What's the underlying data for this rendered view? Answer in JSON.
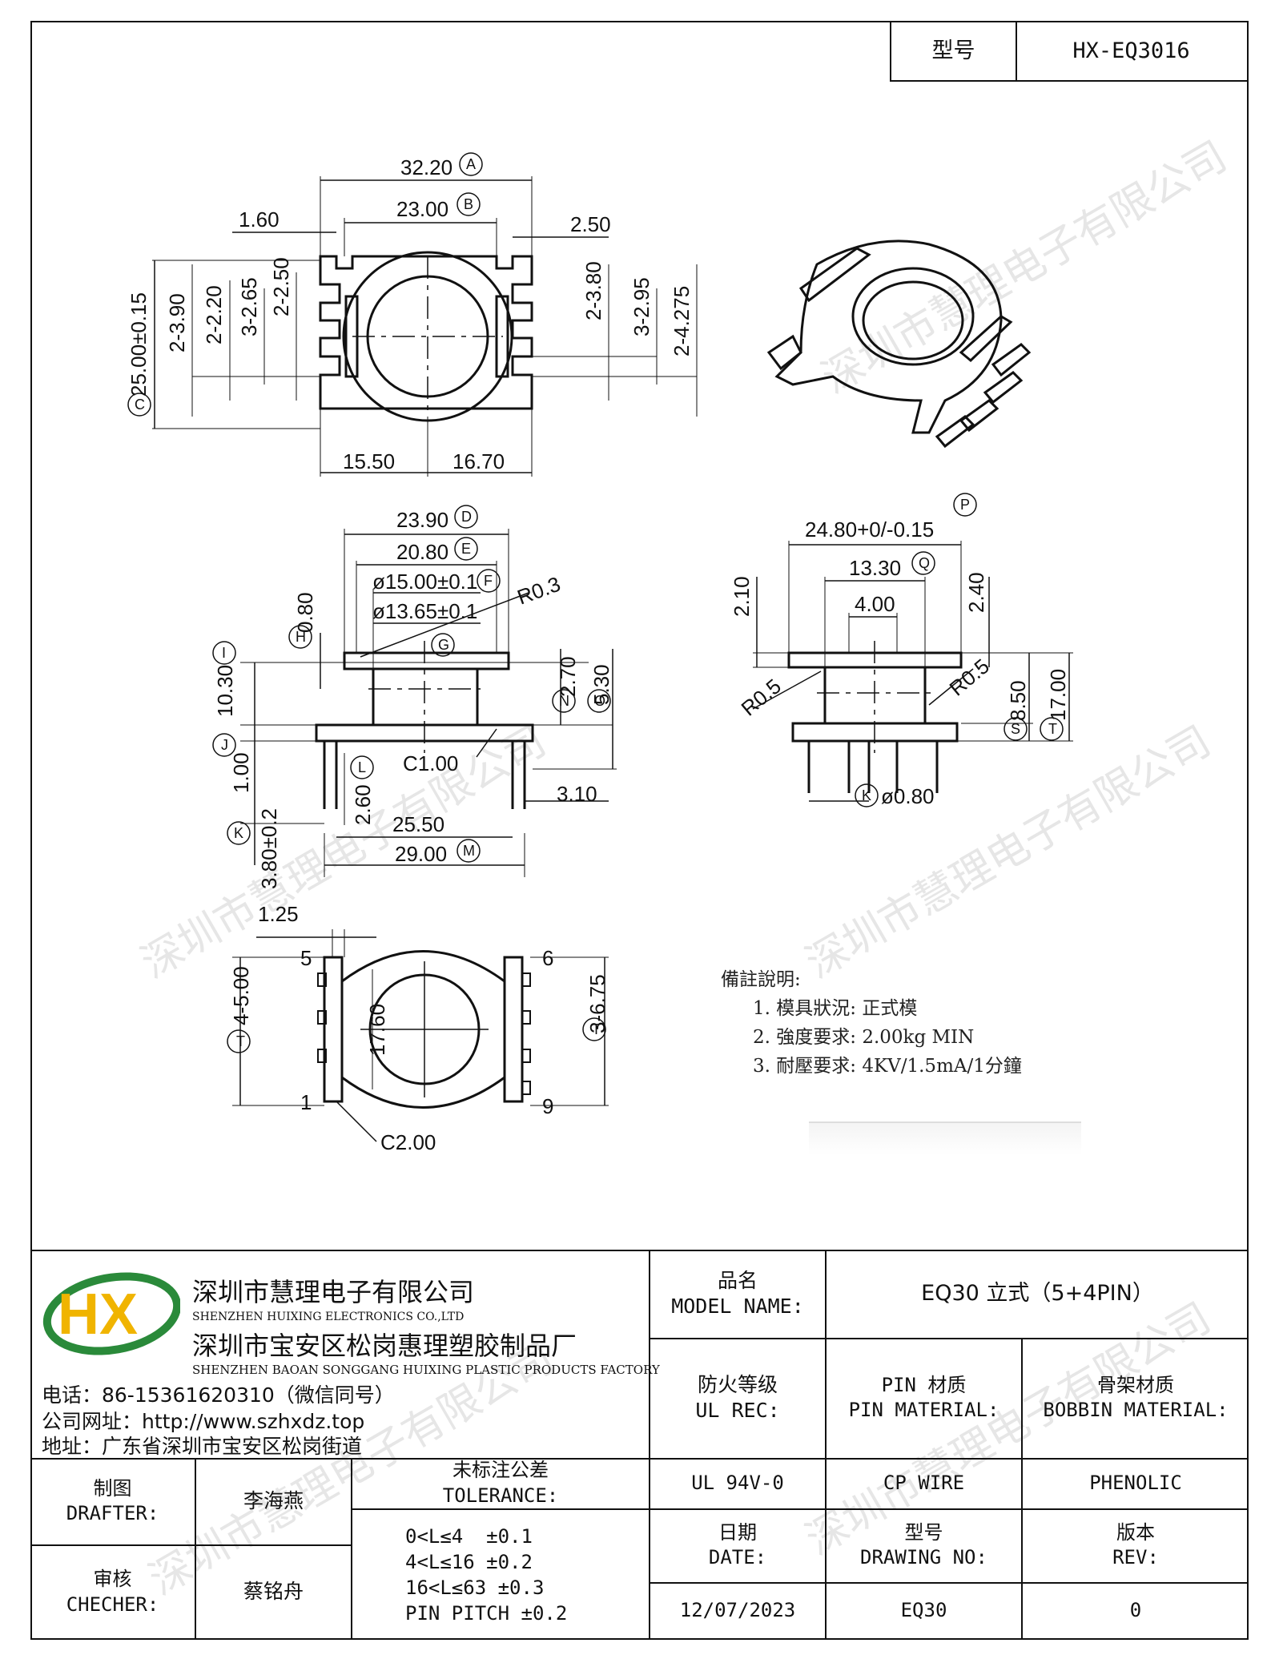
{
  "header": {
    "type_label": "型号",
    "type_value": "HX-EQ3016"
  },
  "dimensions": {
    "top_view": {
      "a": "32.20",
      "a_tag": "A",
      "b": "23.00",
      "b_tag": "B",
      "left_gap": "1.60",
      "right_gap": "2.50",
      "c": "25.00±0.15",
      "c_tag": "C",
      "l1": "2-3.90",
      "l2": "2-2.20",
      "l3": "3-2.65",
      "l4": "2-2.50",
      "r1": "2-3.80",
      "r2": "3-2.95",
      "r3": "2-4.275",
      "bottom_left": "15.50",
      "bottom_right": "16.70"
    },
    "front_view": {
      "d": "23.90",
      "d_tag": "D",
      "e": "20.80",
      "e_tag": "E",
      "f": "ø15.00±0.1",
      "f_tag": "F",
      "g": "ø13.65±0.1",
      "g_tag": "G",
      "radius": "R0.3",
      "h": "0.80",
      "h_tag": "H",
      "i": "10.30",
      "i_tag": "I",
      "j": "1.00",
      "j_tag": "J",
      "k": "3.80±0.2",
      "k_tag": "K",
      "l": "2.60",
      "l_tag": "L",
      "m": "29.00",
      "m_tag": "M",
      "w2550": "25.50",
      "chamfer": "C1.00",
      "n": "2.70",
      "n_tag": "N",
      "o": "5.30",
      "o_tag": "O",
      "pin_off": "3.10"
    },
    "side_view": {
      "p": "24.80+0/-0.15",
      "p_tag": "P",
      "q": "13.30",
      "q_tag": "Q",
      "w400": "4.00",
      "h210": "2.10",
      "h240": "2.40",
      "r_left": "R0.5",
      "r_right": "R0.5",
      "s": "8.50",
      "s_tag": "S",
      "t": "17.00",
      "t_tag": "T",
      "pin": "ø0.80",
      "pin_tag": "K"
    },
    "bottom_view": {
      "w125": "1.25",
      "l500": "4-5.00",
      "l500_tag": "T",
      "w1760": "17.60",
      "r675": "3-6.75",
      "r675_tag": "T",
      "chamfer": "C2.00",
      "pin5": "5",
      "pin6": "6",
      "pin1": "1",
      "pin9": "9"
    }
  },
  "notes": {
    "title": "備註說明:",
    "items": [
      "1. 模具狀況: 正式模",
      "2. 強度要求: 2.00kg MIN",
      "3. 耐壓要求: 4KV/1.5mA/1分鐘"
    ]
  },
  "watermark": "深圳市慧理电子有限公司",
  "title_block": {
    "logo_text": "HX",
    "company_cn": "深圳市慧理电子有限公司",
    "company_en": "SHENZHEN HUIXING ELECTRONICS CO.,LTD",
    "factory_cn": "深圳市宝安区松岗惠理塑胶制品厂",
    "factory_en": "SHENZHEN BAOAN SONGGANG HUIXING PLASTIC PRODUCTS FACTORY",
    "phone": "电话：86-15361620310（微信同号）",
    "website": "公司网址：http://www.szhxdz.top",
    "address": "地址：广东省深圳市宝安区松岗街道",
    "model_name_cn": "品名",
    "model_name_en": "MODEL NAME:",
    "model_name_value": "EQ30 立式（5+4PIN）",
    "ul_cn": "防火等级",
    "ul_en": "UL REC:",
    "pin_cn": "PIN 材质",
    "pin_en": "PIN MATERIAL:",
    "bobbin_cn": "骨架材质",
    "bobbin_en": "BOBBIN MATERIAL:",
    "ul_value": "UL 94V-0",
    "pin_value": "CP WIRE",
    "bobbin_value": "PHENOLIC",
    "drafter_cn": "制图",
    "drafter_en": "DRAFTER:",
    "drafter_name": "李海燕",
    "checker_cn": "审核",
    "checker_en": "CHECHER:",
    "checker_name": "蔡铭舟",
    "tolerance_cn": "未标注公差",
    "tolerance_en": "TOLERANCE:",
    "tolerance_rows": [
      "0<L≤4  ±0.1",
      "4<L≤16 ±0.2",
      "16<L≤63 ±0.3",
      "PIN PITCH ±0.2"
    ],
    "date_cn": "日期",
    "date_en": "DATE:",
    "date_value": "12/07/2023",
    "drawing_cn": "型号",
    "drawing_en": "DRAWING NO:",
    "drawing_value": "EQ30",
    "rev_cn": "版本",
    "rev_en": "REV:",
    "rev_value": "0"
  }
}
